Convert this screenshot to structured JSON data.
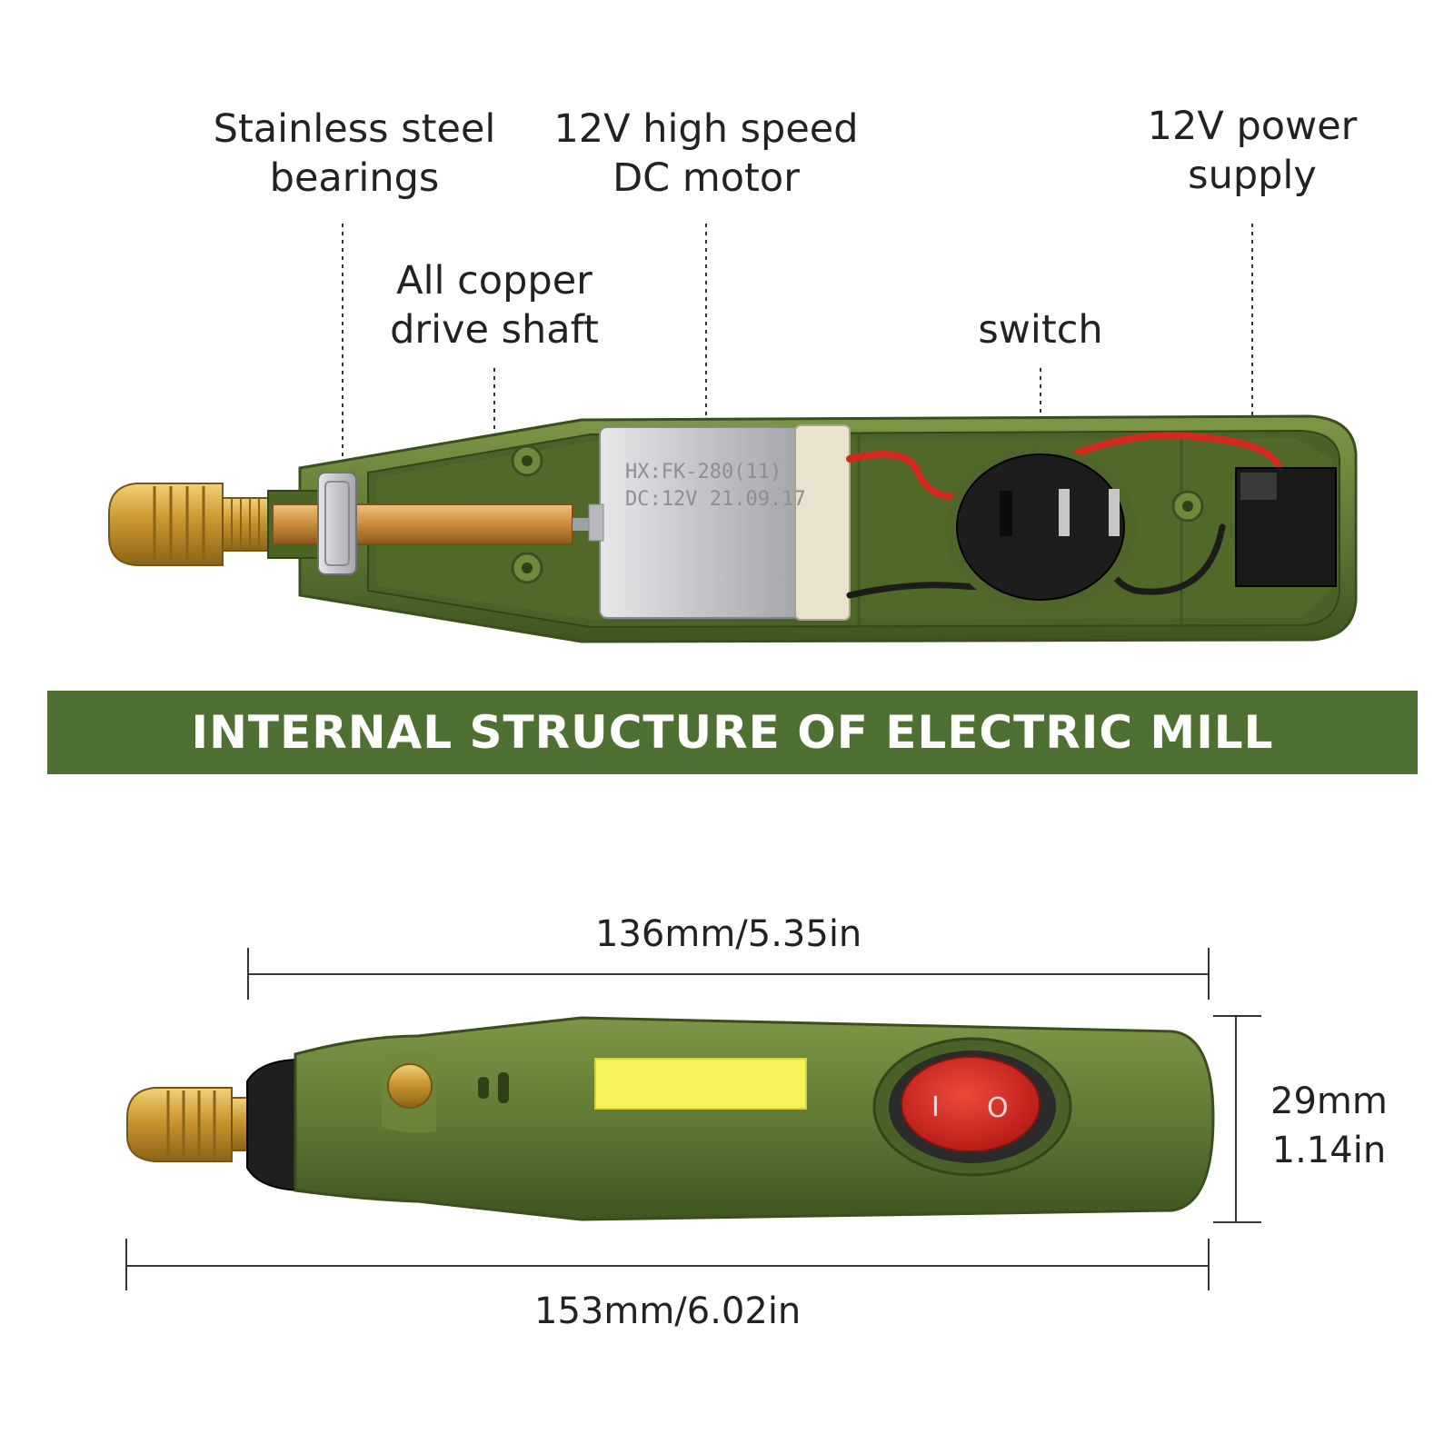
{
  "colors": {
    "banner": "#4e7032",
    "body_green": "#5f7a35",
    "body_green_dark": "#3e5520",
    "brass": "#c9962f",
    "motor_silver": "#c9cbcd",
    "switch_red": "#d42a22",
    "lamp_yellow": "#f6f35a"
  },
  "labels": {
    "bearings": [
      "Stainless steel",
      "bearings"
    ],
    "motor": [
      "12V high speed",
      "DC motor"
    ],
    "power": [
      "12V power",
      "supply"
    ],
    "shaft": [
      "All copper",
      "drive shaft"
    ],
    "switch": [
      "switch"
    ]
  },
  "banner": {
    "title": "INTERNAL STRUCTURE OF ELECTRIC MILL"
  },
  "motor_marking": [
    "HX:FK-280(11)",
    "DC:12V  21.09.17"
  ],
  "dimensions": {
    "inner_length": "136mm/5.35in",
    "diameter": [
      "29mm",
      "1.14in"
    ],
    "total_length": "153mm/6.02in"
  },
  "icons": {
    "switch_on": "rocker-switch-i-o",
    "power_symbol_on": "I",
    "power_symbol_off": "O"
  }
}
